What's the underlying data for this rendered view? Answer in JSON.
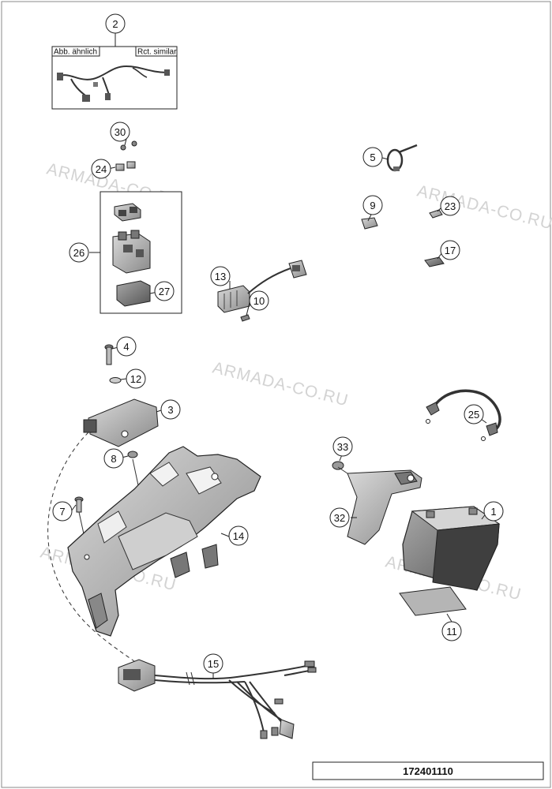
{
  "labels": {
    "abb": "Abb. ähnlich",
    "rct": "Rct. similar"
  },
  "doc_number": "172401110",
  "watermark": "ARMADA-CO.RU",
  "callouts": {
    "c1": "1",
    "c2": "2",
    "c3": "3",
    "c4": "4",
    "c5": "5",
    "c7": "7",
    "c8": "8",
    "c9": "9",
    "c10": "10",
    "c11": "11",
    "c12": "12",
    "c13": "13",
    "c14": "14",
    "c15": "15",
    "c17": "17",
    "c23": "23",
    "c24": "24",
    "c25": "25",
    "c26": "26",
    "c27": "27",
    "c30": "30",
    "c32": "32",
    "c33": "33"
  }
}
